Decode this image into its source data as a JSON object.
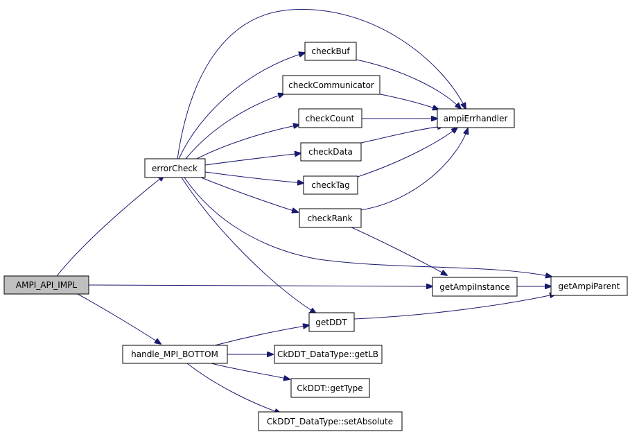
{
  "colors": {
    "edge": "#191970",
    "root_fill": "#bfbfbf",
    "node_fill": "#ffffff",
    "node_border": "#000000"
  },
  "nodes": {
    "ampi_api_impl": "AMPI_API_IMPL",
    "error_check": "errorCheck",
    "handle_mpi_bottom": "handle_MPI_BOTTOM",
    "check_buf": "checkBuf",
    "check_communicator": "checkCommunicator",
    "check_count": "checkCount",
    "check_data": "checkData",
    "check_tag": "checkTag",
    "check_rank": "checkRank",
    "ampi_errhandler": "ampiErrhandler",
    "get_ampi_instance": "getAmpiInstance",
    "get_ampi_parent": "getAmpiParent",
    "get_ddt": "getDDT",
    "ckddt_datatype_getlb": "CkDDT_DataType::getLB",
    "ckddt_gettype": "CkDDT::getType",
    "ckddt_datatype_setabsolute": "CkDDT_DataType::setAbsolute"
  }
}
